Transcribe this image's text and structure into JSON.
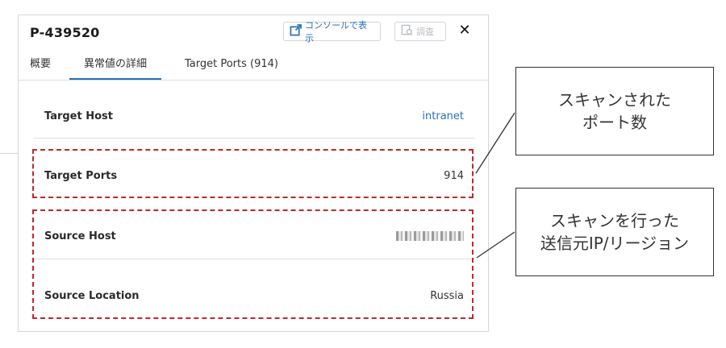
{
  "panel": {
    "title": "P-439520",
    "console_button_label": "コンソールで表示",
    "investigate_button_label": "調査",
    "close_symbol": "✕"
  },
  "tabs": [
    {
      "label": "概要",
      "active": false
    },
    {
      "label": "異常値の詳細",
      "active": true
    },
    {
      "label": "Target Ports (914)",
      "active": false
    }
  ],
  "details": {
    "target_host": {
      "label": "Target Host",
      "value": "intranet"
    },
    "target_ports": {
      "label": "Target Ports",
      "value": "914"
    },
    "source_host": {
      "label": "Source Host",
      "value": "[masked]"
    },
    "source_location": {
      "label": "Source Location",
      "value": "Russia"
    }
  },
  "callouts": {
    "ports": {
      "line1": "スキャンされた",
      "line2": "ポート数"
    },
    "source": {
      "line1": "スキャンを行った",
      "line2": "送信元IP/リージョン"
    }
  },
  "colors": {
    "accent": "#2a6fb8",
    "highlight": "#c0272d"
  }
}
